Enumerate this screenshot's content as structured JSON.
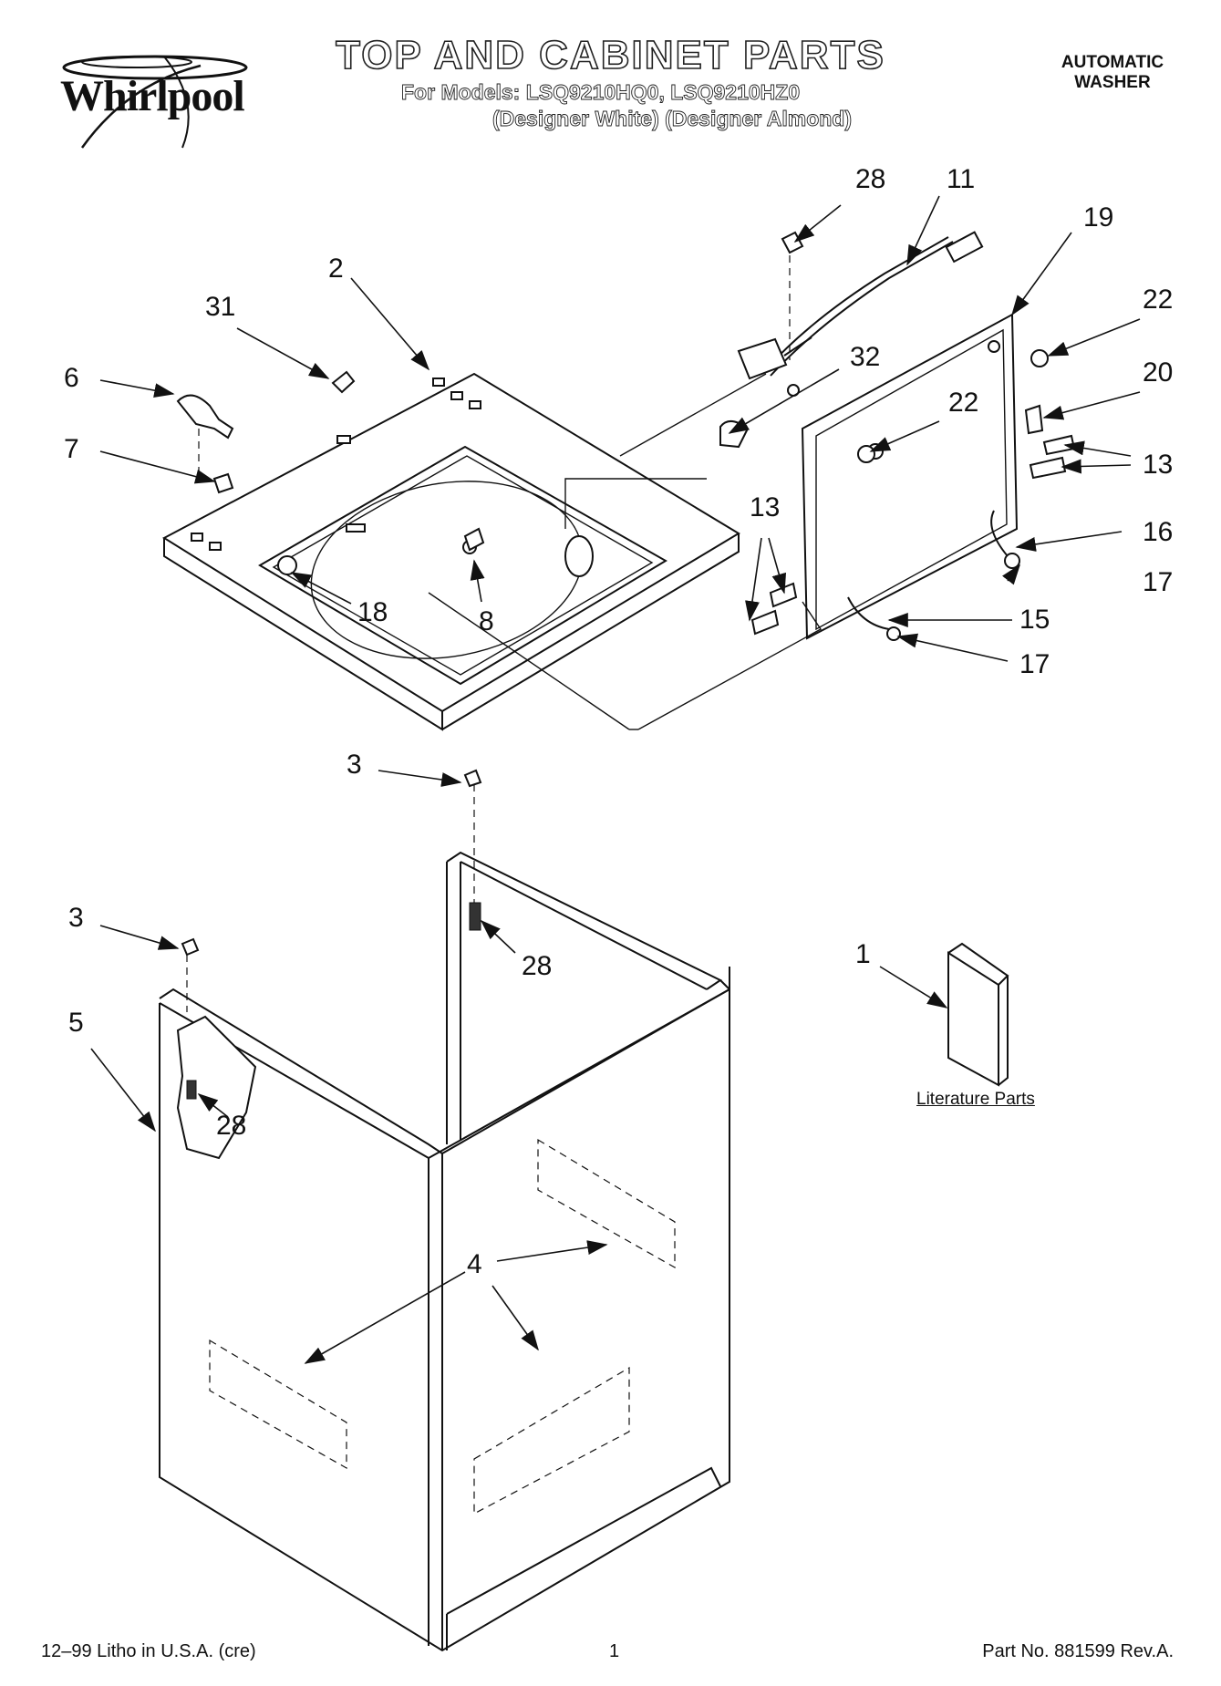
{
  "header": {
    "brand": "Whirlpool",
    "title": "TOP AND CABINET PARTS",
    "models_line": "For Models: LSQ9210HQ0, LSQ9210HZ0",
    "colors_line": "(Designer White)  (Designer Almond)",
    "product_type_line1": "AUTOMATIC",
    "product_type_line2": "WASHER"
  },
  "callouts": {
    "c28a": "28",
    "c11": "11",
    "c19": "19",
    "c2": "2",
    "c31": "31",
    "c22a": "22",
    "c6": "6",
    "c32": "32",
    "c20": "20",
    "c22b": "22",
    "c7": "7",
    "c13a": "13",
    "c13b": "13",
    "c16": "16",
    "c18": "18",
    "c8": "8",
    "c17a": "17",
    "c15": "15",
    "c17b": "17",
    "c3a": "3",
    "c28b": "28",
    "c3b": "3",
    "c1": "1",
    "c5": "5",
    "c28c": "28",
    "c4": "4"
  },
  "literature_label": "Literature Parts",
  "footer": {
    "left": "12–99 Litho in U.S.A. (cre)",
    "center": "1",
    "right": "Part No. 881599 Rev.A."
  }
}
